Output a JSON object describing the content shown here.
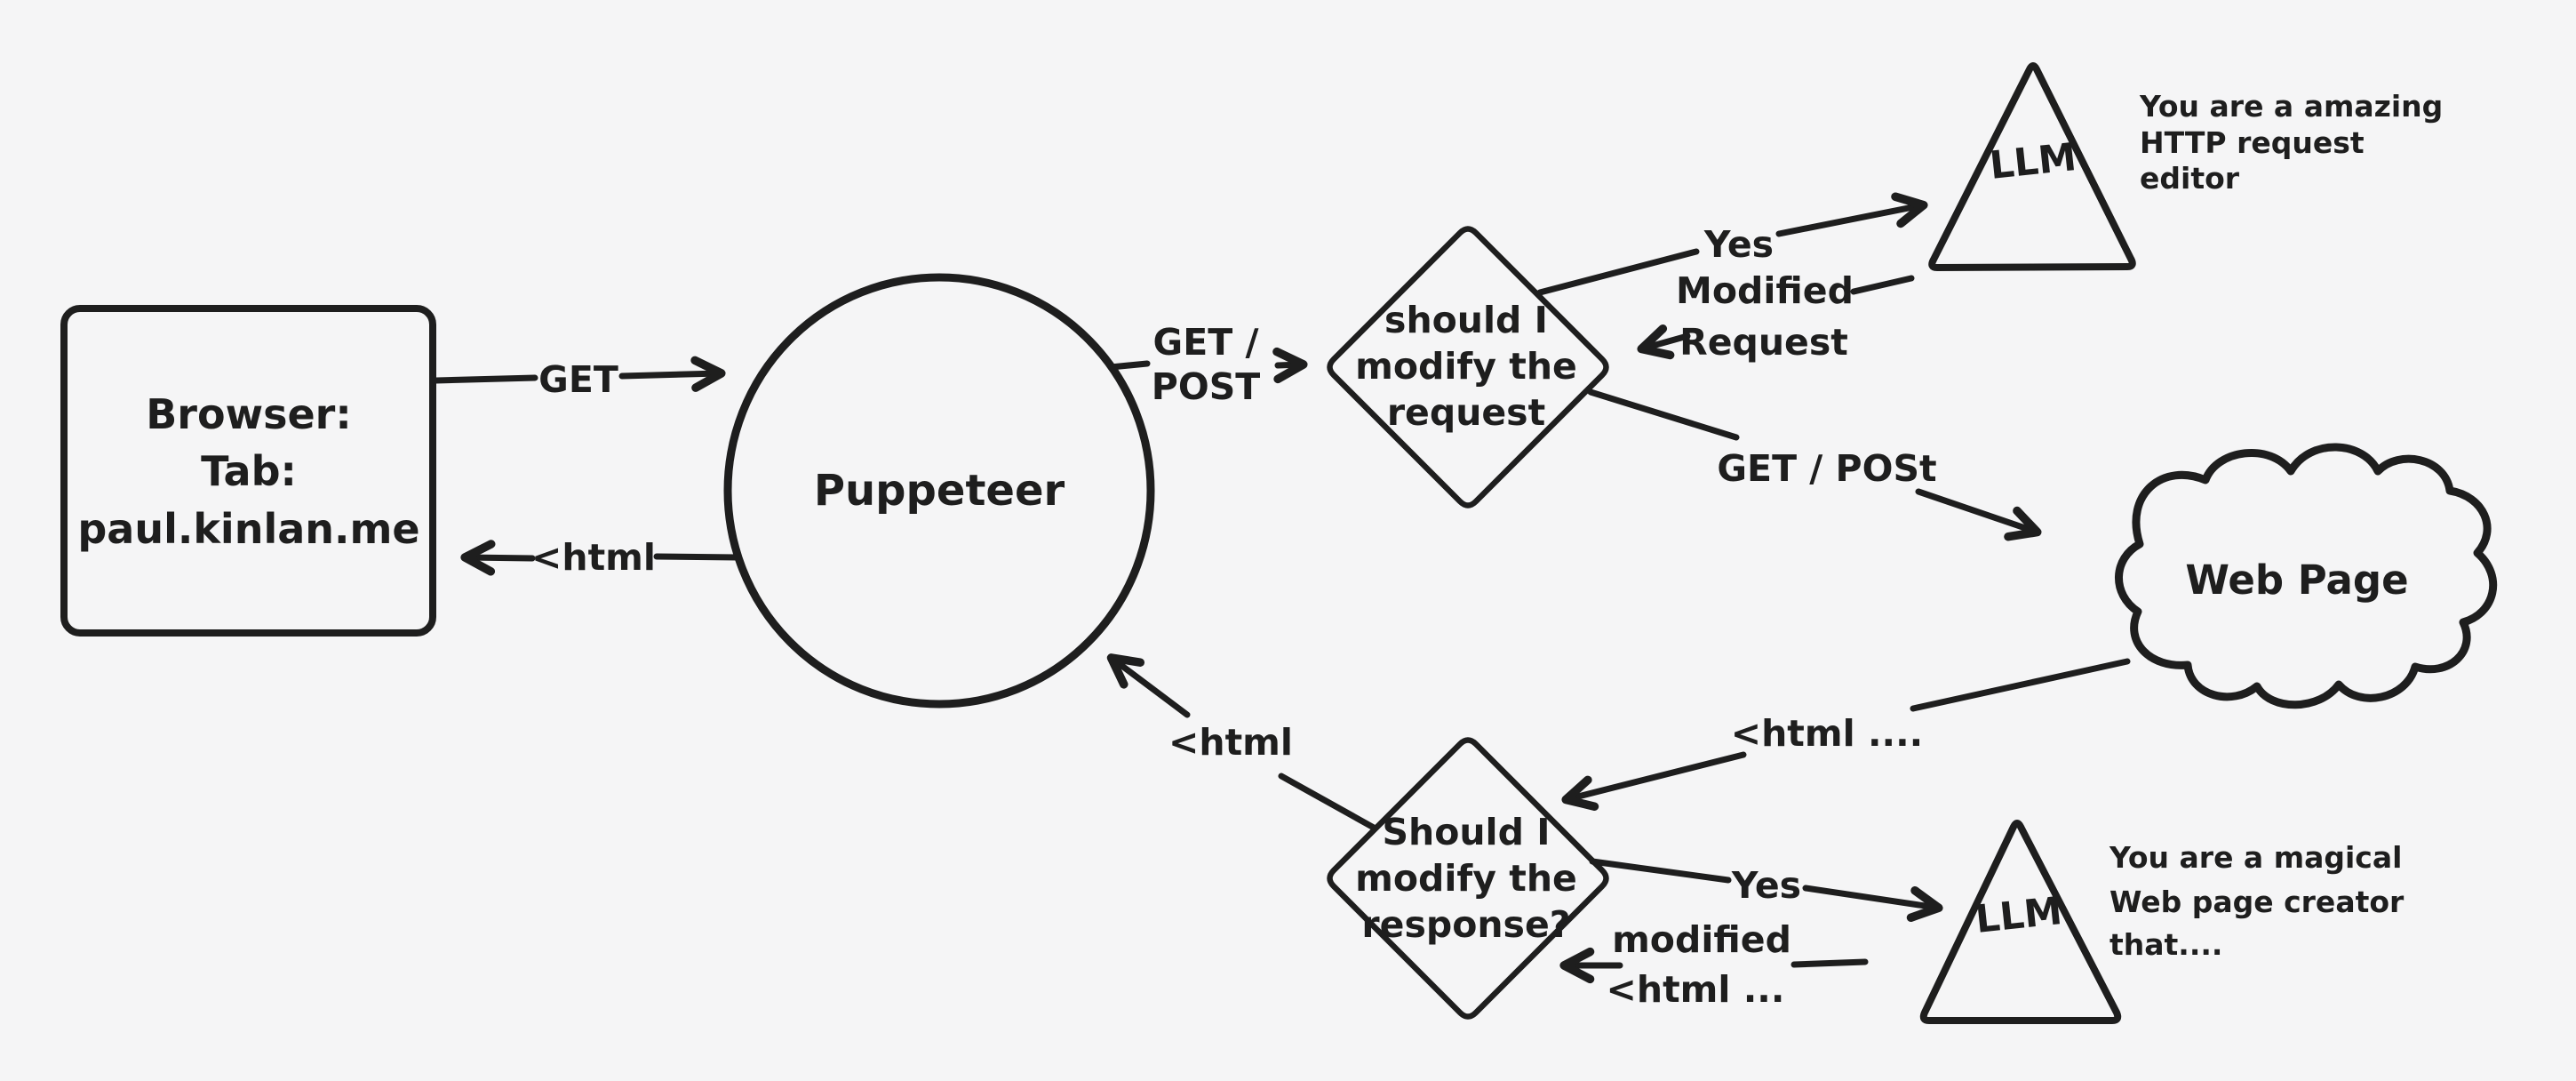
{
  "colors": {
    "background": "#f5f5f6",
    "stroke": "#1e1e1e"
  },
  "nodes": {
    "browser": {
      "lines": [
        "Browser:",
        "Tab:",
        "paul.kinlan.me"
      ]
    },
    "puppeteer": {
      "label": "Puppeteer"
    },
    "request_decision": {
      "lines": [
        "should I",
        "modify the",
        "request"
      ]
    },
    "llm_request": {
      "label": "LLM",
      "note_lines": [
        "You are a amazing",
        "HTTP request",
        "editor"
      ]
    },
    "web_page": {
      "label": "Web Page"
    },
    "response_decision": {
      "lines": [
        "Should I",
        "modify the",
        "response?"
      ]
    },
    "llm_response": {
      "label": "LLM",
      "note_lines": [
        "You are a magical",
        "Web page creator",
        "that...."
      ]
    }
  },
  "edges": {
    "get": {
      "label": "GET"
    },
    "html_return": {
      "label": "<html"
    },
    "get_post": {
      "lines": [
        "GET /",
        "POST"
      ]
    },
    "yes_request": {
      "label": "Yes"
    },
    "modified_request": {
      "lines": [
        "Modified",
        "Request"
      ]
    },
    "get_post_webpage": {
      "label": "GET / POSt"
    },
    "html_from_webpage": {
      "label": "<html ...."
    },
    "html_to_puppeteer": {
      "label": "<html"
    },
    "yes_response": {
      "label": "Yes"
    },
    "modified_html": {
      "lines": [
        "modified",
        "<html ..."
      ]
    }
  }
}
